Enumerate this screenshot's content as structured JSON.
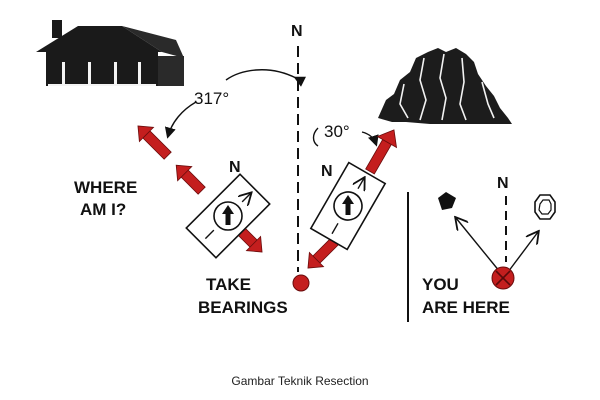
{
  "labels": {
    "north_main": "N",
    "north_left_compass": "N",
    "north_right_compass": "N",
    "north_inset": "N",
    "angle_left": "317°",
    "angle_right": "30°",
    "where_line1": "WHERE",
    "where_line2": "AM I?",
    "take_line1": "TAKE",
    "take_line2": "BEARINGS",
    "you_line1": "YOU",
    "you_line2": "ARE HERE"
  },
  "caption": "Gambar Teknik Resection",
  "colors": {
    "arrow_red": "#c41e1e",
    "ink": "#111111",
    "background": "#ffffff"
  },
  "icons": {
    "house": "house-icon",
    "mountain": "mountain-icon",
    "compass": "compass-icon",
    "position_dot": "position-dot-icon"
  }
}
